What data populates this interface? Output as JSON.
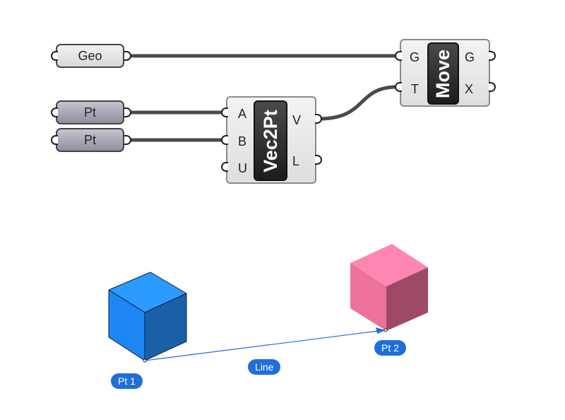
{
  "definition": {
    "params": {
      "geo": "Geo",
      "pt_a": "Pt",
      "pt_b": "Pt"
    },
    "vec2pt": {
      "name": "Vec2Pt",
      "inputs": [
        "A",
        "B",
        "U"
      ],
      "outputs": [
        "V",
        "L"
      ]
    },
    "move": {
      "name": "Move",
      "inputs": [
        "G",
        "T"
      ],
      "outputs": [
        "G",
        "X"
      ]
    }
  },
  "viewport": {
    "labels": {
      "pt1": "Pt 1",
      "pt2": "Pt 2",
      "line": "Line"
    },
    "colors": {
      "blue_box": "#1e90ff",
      "pink_box": "#f67fa6",
      "label_bg": "#1f6fd6",
      "vector_line": "#1f6fd6"
    }
  }
}
